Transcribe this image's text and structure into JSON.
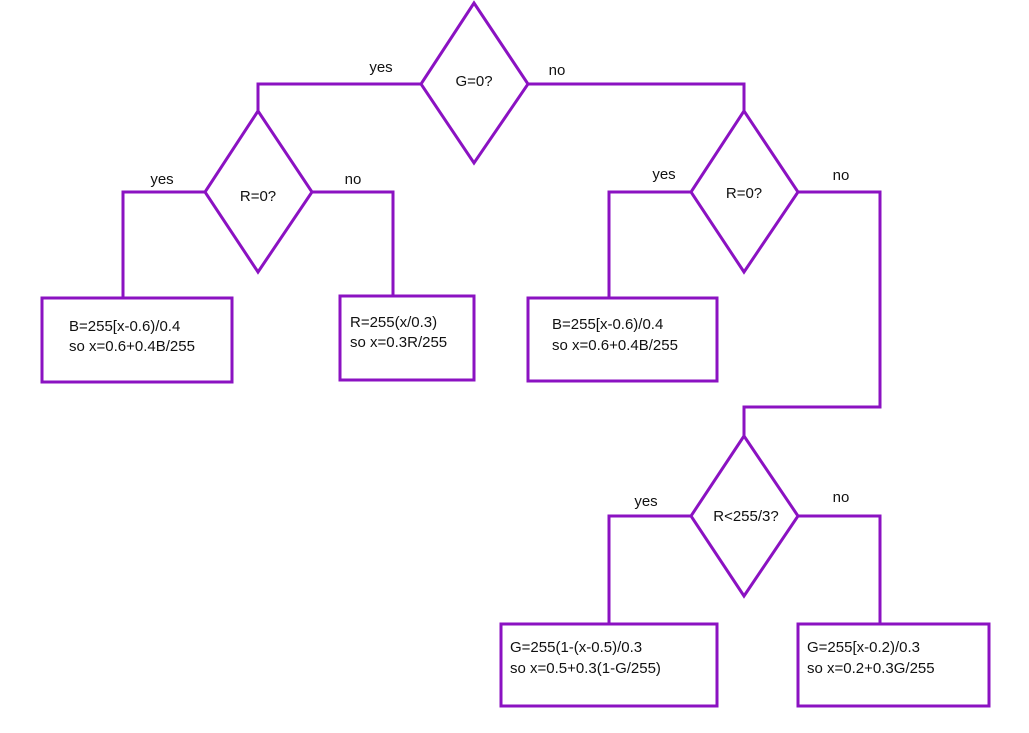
{
  "diagram": {
    "stroke_color": "#8b12c2",
    "decisions": {
      "root": {
        "label": "G=0?"
      },
      "left_r": {
        "label": "R=0?"
      },
      "right_r": {
        "label": "R=0?"
      },
      "r_third": {
        "label": "R<255/3?"
      }
    },
    "edge_labels": {
      "root_yes": "yes",
      "root_no": "no",
      "left_r_yes": "yes",
      "left_r_no": "no",
      "right_r_yes": "yes",
      "right_r_no": "no",
      "r_third_yes": "yes",
      "r_third_no": "no"
    },
    "results": {
      "left_yes": {
        "line1": "B=255[x-0.6)/0.4",
        "line2": "so x=0.6+0.4B/255"
      },
      "left_no": {
        "line1": "R=255(x/0.3)",
        "line2": "so x=0.3R/255"
      },
      "right_yes": {
        "line1": "B=255[x-0.6)/0.4",
        "line2": "so x=0.6+0.4B/255"
      },
      "third_yes": {
        "line1": "G=255(1-(x-0.5)/0.3",
        "line2": "so x=0.5+0.3(1-G/255)"
      },
      "third_no": {
        "line1": "G=255[x-0.2)/0.3",
        "line2": "so x=0.2+0.3G/255"
      }
    }
  }
}
